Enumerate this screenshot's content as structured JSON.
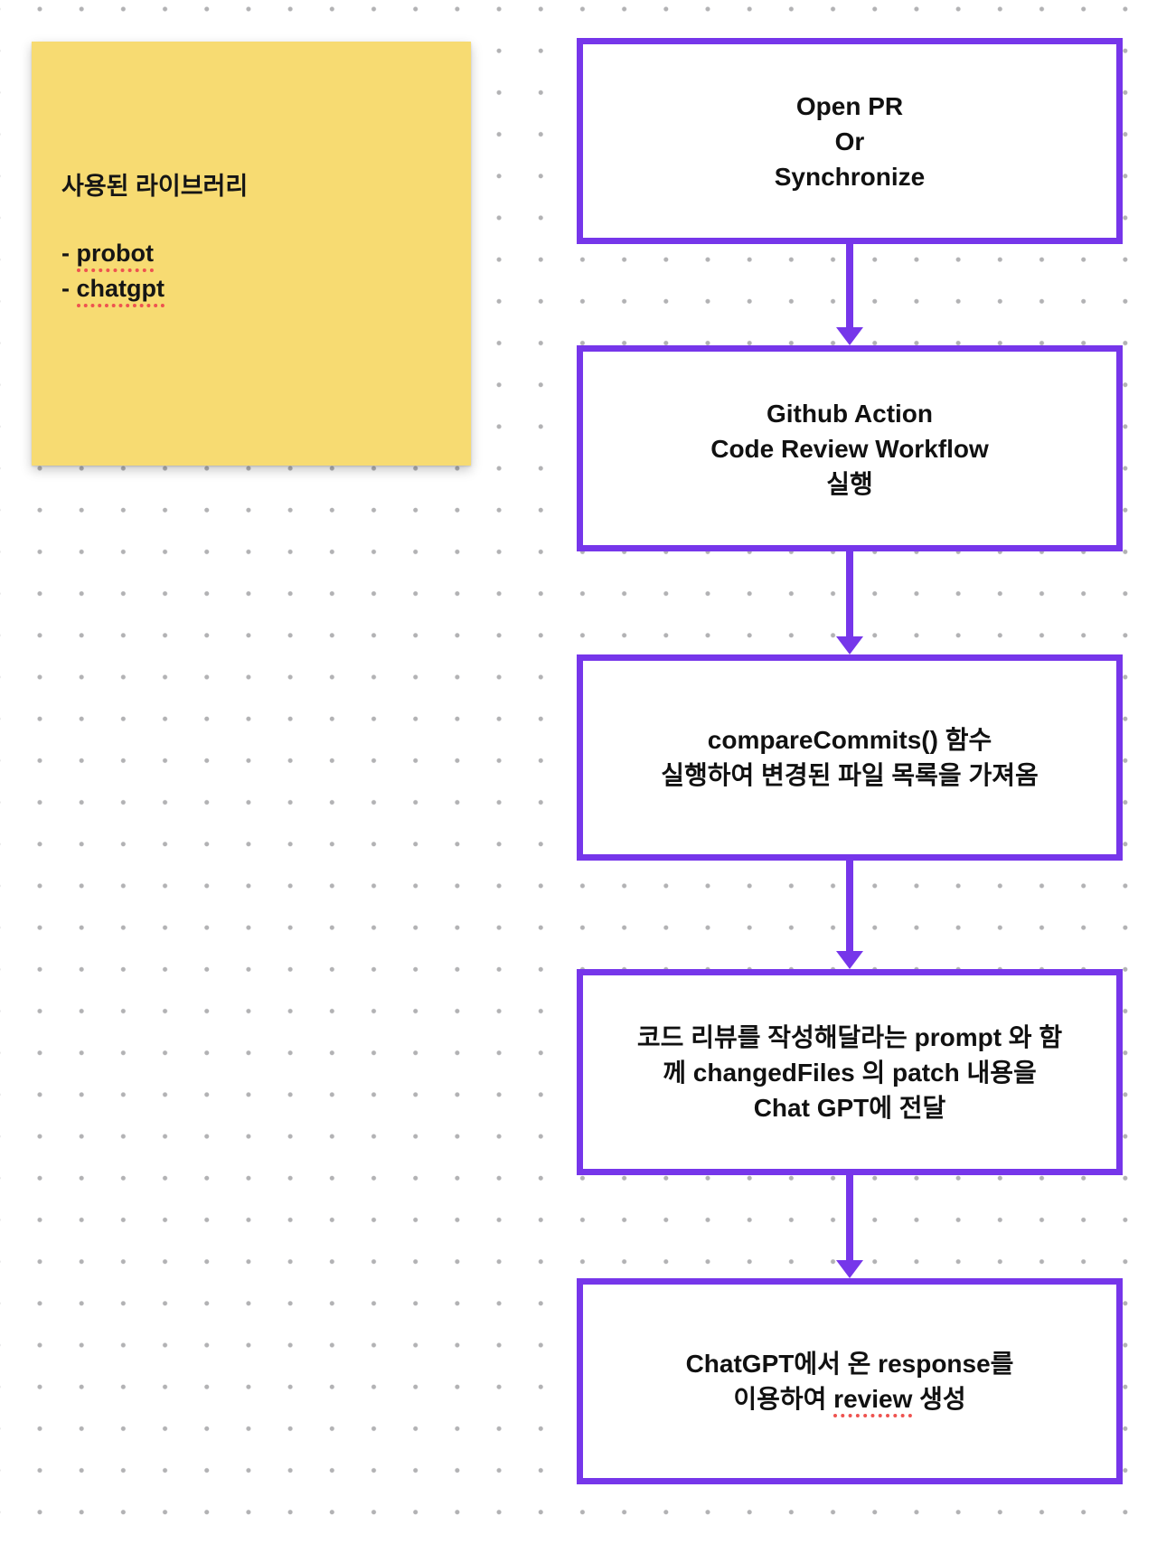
{
  "canvas": {
    "kind": "whiteboard-flowchart",
    "background_color": "#FFFFFF",
    "dot_grid_color": "#B2B2B4"
  },
  "colors": {
    "accent_purple": "#7636EA",
    "sticky_yellow": "#F7DB72",
    "spellcheck_red": "#EE5350",
    "text_black": "#111111"
  },
  "sticky_note": {
    "title": "사용된 라이브러리",
    "items": [
      {
        "bullet": "- ",
        "name": "probot"
      },
      {
        "bullet": "- ",
        "name": "chatgpt"
      }
    ]
  },
  "flowchart": {
    "nodes": [
      {
        "lines": [
          "Open PR",
          "Or",
          "Synchronize"
        ]
      },
      {
        "lines": [
          "Github Action",
          "Code Review Workflow",
          "실행"
        ]
      },
      {
        "lines": [
          "compareCommits() 함수",
          "실행하여 변경된 파일 목록을 가져옴"
        ]
      },
      {
        "lines": [
          "코드 리뷰를 작성해달라는 prompt 와 함",
          "께 changedFiles 의 patch 내용을",
          "Chat GPT에 전달"
        ]
      },
      {
        "line1": "ChatGPT에서 온 response를",
        "line2": {
          "before": "이용하여 ",
          "misspelled_word": "review",
          "after": " 생성"
        }
      }
    ]
  }
}
